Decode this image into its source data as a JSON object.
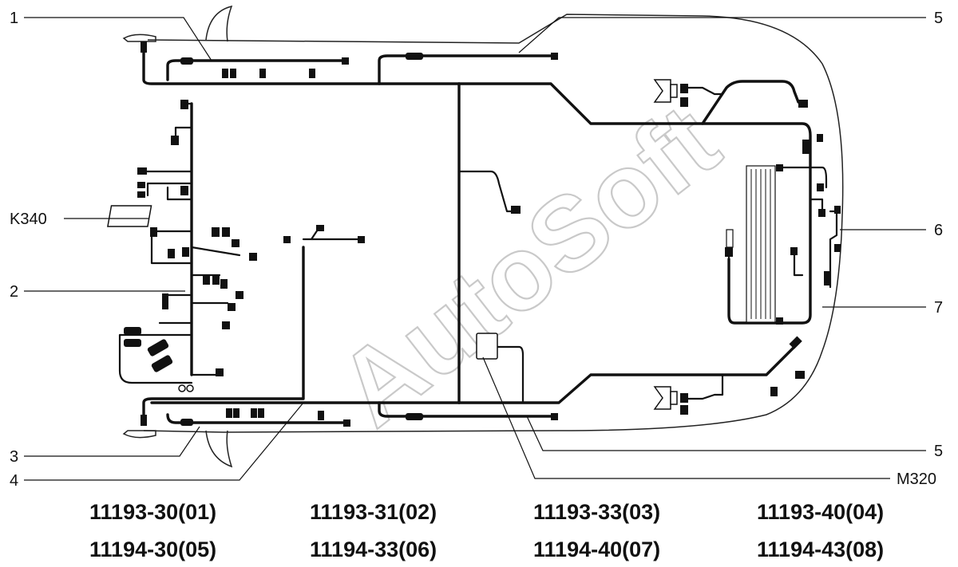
{
  "watermark": "AutoSoft",
  "callouts": {
    "c1": "1",
    "c2": "2",
    "c3": "3",
    "c4": "4",
    "c5_top": "5",
    "c5_bottom": "5",
    "c6": "6",
    "c7": "7",
    "k340": "K340",
    "m320": "M320"
  },
  "model_codes": [
    "11193-30(01)",
    "11193-31(02)",
    "11193-33(03)",
    "11193-40(04)",
    "11194-30(05)",
    "11194-33(06)",
    "11194-40(07)",
    "11194-43(08)"
  ],
  "colors": {
    "wire": "#111111",
    "body_outline": "#222222",
    "watermark": "#c9c9c9"
  }
}
